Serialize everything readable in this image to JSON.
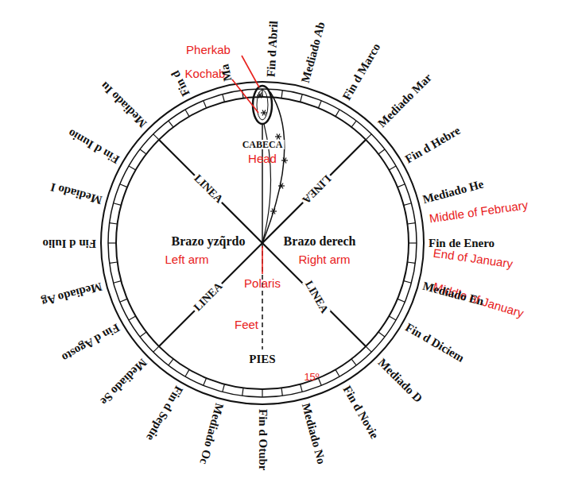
{
  "diagram": {
    "labels": [
      "Pherkab",
      "Kochab",
      "Head",
      "Left arm",
      "Right arm",
      "Polaris",
      "Feet",
      "15º",
      "Middle of February",
      "End of January",
      "Middle of January",
      "CABECA",
      "PIES",
      "Brazo yzq̃rdo",
      "Brazo derech",
      "LINEA",
      "LINEA",
      "LINEA",
      "LINEA",
      "Fin d Abril",
      "Mediado Ab",
      "Fin d Marco",
      "Mediado Mar",
      "Fin d Hebre",
      "Mediado He",
      "Fin de Enero",
      "Mediado En",
      "Fin d Diciem",
      "Mediado D",
      "Fin d Novie",
      "Mediado No",
      "Fin d Otubr",
      "Mediado Oc",
      "Fin d Septie",
      "Mediado Se",
      "Fin d Agosto",
      "Mediado Ag",
      "Fin d Iulio",
      "Mediado I",
      "Fin d Iunio",
      "Mediado Iu",
      "Fin d",
      "Ma"
    ]
  }
}
